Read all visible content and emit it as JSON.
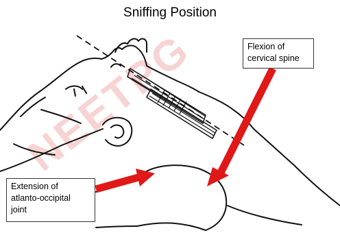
{
  "title": "Sniffing Position",
  "labels": {
    "flexion": [
      "Flexion of",
      "cervical spine"
    ],
    "extension": [
      "Extension of",
      "atlanto-occipital",
      "joint"
    ]
  },
  "watermark": "NEETPG",
  "colors": {
    "arrow": "#e01818",
    "watermark": "#f2b0b0",
    "line": "#111111"
  }
}
